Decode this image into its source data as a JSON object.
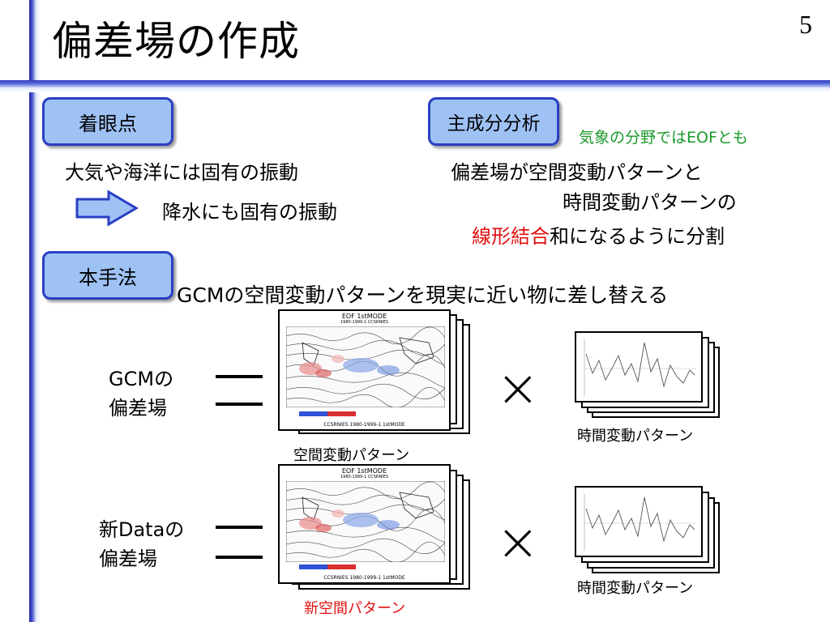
{
  "slide": {
    "title": "偏差場の作成",
    "page_number": "5"
  },
  "boxes": {
    "focus": "着眼点",
    "pca": "主成分分析",
    "method": "本手法"
  },
  "focus_text": {
    "line1": "大気や海洋には固有の振動",
    "line2": "降水にも固有の振動"
  },
  "pca_text": {
    "note": "気象の分野ではEOFとも",
    "line1": "偏差場が空間変動パターンと",
    "line2": "時間変動パターンの",
    "line3_red": "線形結合",
    "line3_rest": "和になるように分割"
  },
  "method_text": "GCMの空間変動パターンを現実に近い物に差し替える",
  "row1": {
    "label_line1": "GCMの",
    "label_line2": "偏差場",
    "map_title": "EOF 1stMODE",
    "map_subtitle": "1980-1999-1 CCSRNIES",
    "map_footer": "CCSRNIES 1980-1999-1 1stMODE",
    "spatial_caption": "空間変動パターン",
    "temporal_caption": "時間変動パターン",
    "times_symbol": "×"
  },
  "row2": {
    "label_line1": "新Dataの",
    "label_line2": "偏差場",
    "map_title": "EOF 1stMODE",
    "map_subtitle": "1980-1999-1 CCSRNIES",
    "map_footer": "CCSRNIES 1980-1999-1 1stMODE",
    "spatial_caption_red": "新",
    "spatial_caption_rest": "空間パターン",
    "temporal_caption": "時間変動パターン",
    "times_symbol": "×"
  },
  "colors": {
    "accent_bar": "#2f3dbd",
    "box_fill": "#9fc2f5",
    "box_border": "#2a3fc4",
    "green_note": "#1a9a2a",
    "red_text": "#e01010"
  }
}
